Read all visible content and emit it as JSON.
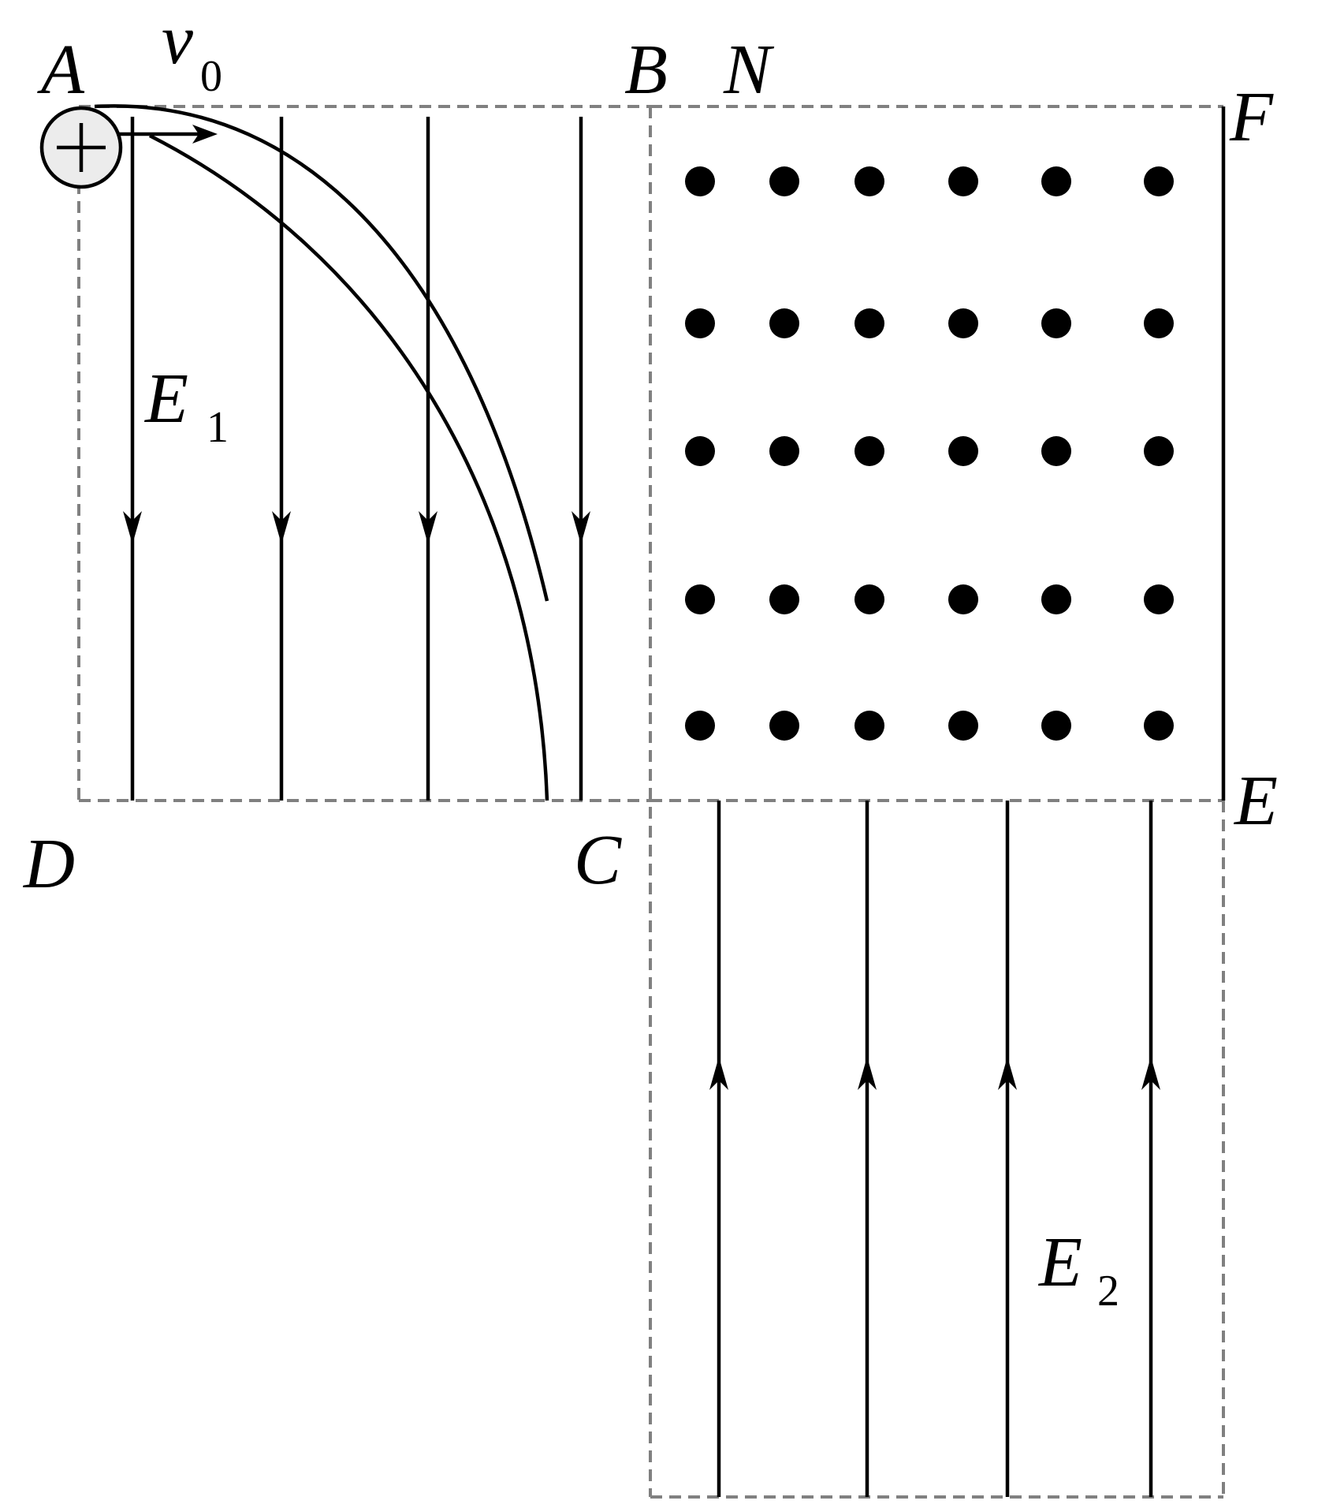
{
  "labels": {
    "A": "A",
    "B": "B",
    "N": "N",
    "F": "F",
    "E": "E",
    "C": "C",
    "D": "D"
  },
  "velocity": {
    "symbol": "v",
    "subscript": "0"
  },
  "field1": {
    "symbol": "E",
    "subscript": "1"
  },
  "field2": {
    "symbol": "E",
    "subscript": "2"
  },
  "charge": {
    "sign": "+"
  },
  "magnetic_field": {
    "direction": "out-of-page",
    "rows": 5,
    "cols": 6
  },
  "colors": {
    "lines": "#000000",
    "dashed_boundary": "#808080",
    "charge_fill": "#ececec"
  }
}
